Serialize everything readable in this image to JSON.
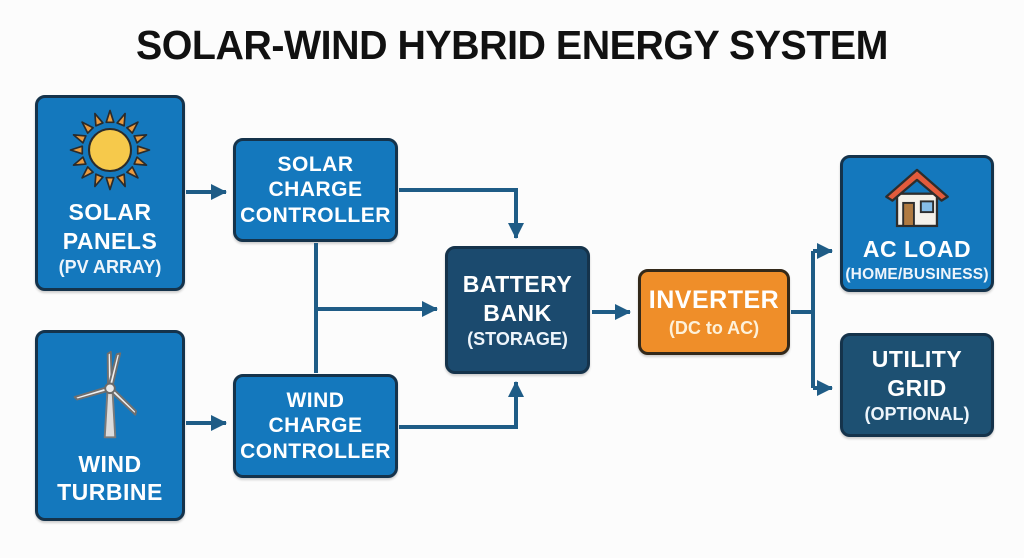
{
  "title": "SOLAR-WIND HYBRID ENERGY SYSTEM",
  "nodes": {
    "solar_panels": {
      "label": "SOLAR\nPANELS",
      "sublabel": "(PV ARRAY)",
      "icon": "sun-icon"
    },
    "wind_turbine": {
      "label": "WIND\nTURBINE",
      "icon": "wind-turbine-icon"
    },
    "solar_charge_controller": {
      "label": "SOLAR\nCHARGE\nCONTROLLER"
    },
    "wind_charge_controller": {
      "label": "WIND\nCHARGE\nCONTROLLER"
    },
    "battery_bank": {
      "label": "BATTERY\nBANK",
      "sublabel": "(STORAGE)"
    },
    "inverter": {
      "label": "INVERTER",
      "sublabel": "(DC to AC)"
    },
    "ac_load": {
      "label": "AC LOAD",
      "sublabel": "(HOME/BUSINESS)",
      "icon": "house-icon"
    },
    "utility_grid": {
      "label": "UTILITY\nGRID",
      "sublabel": "(OPTIONAL)"
    }
  },
  "connections": [
    {
      "from": "solar_panels",
      "to": "solar_charge_controller"
    },
    {
      "from": "wind_turbine",
      "to": "wind_charge_controller"
    },
    {
      "from": "solar_charge_controller",
      "to": "battery_bank",
      "via": "top"
    },
    {
      "from": "wind_charge_controller",
      "to": "battery_bank",
      "via": "bottom"
    },
    {
      "from": "charge_controller_bus",
      "to": "battery_bank",
      "via": "left"
    },
    {
      "from": "battery_bank",
      "to": "inverter"
    },
    {
      "from": "inverter",
      "to": "ac_load"
    },
    {
      "from": "inverter",
      "to": "utility_grid"
    }
  ],
  "colors": {
    "box_blue": "#1478bd",
    "box_navy": "#1b4a6e",
    "box_teal_navy": "#1d5072",
    "box_orange": "#ef8e29",
    "border_dark": "#15334b",
    "border_orange": "#33291a",
    "arrow": "#1f5c86",
    "title_text": "#111111",
    "background": "#fcfcfc",
    "text": "#ffffff"
  }
}
